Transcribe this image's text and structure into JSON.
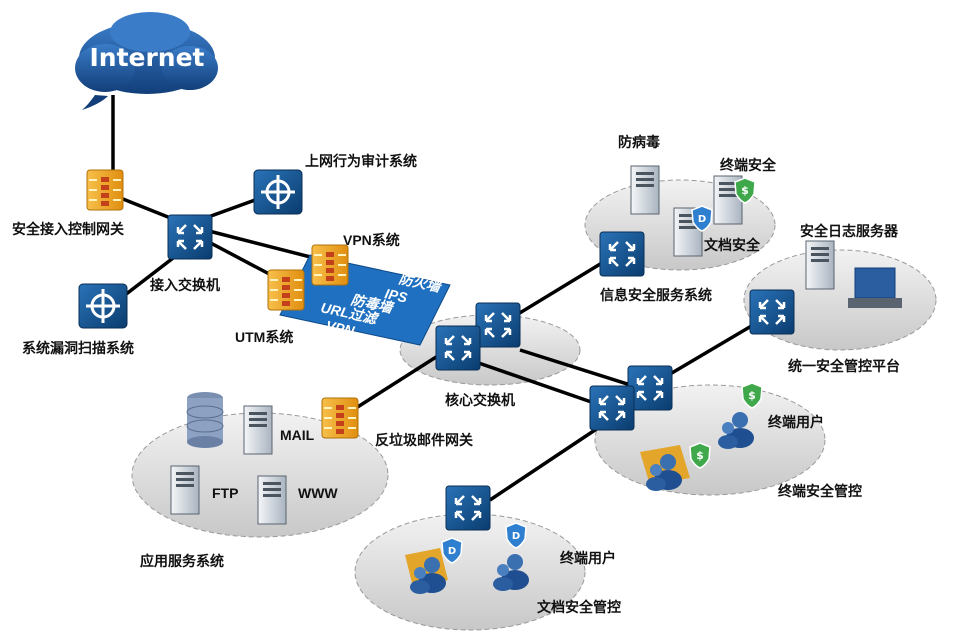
{
  "internet": "Internet",
  "labels": {
    "gateway": "安全接入控制网关",
    "access_switch": "接入交换机",
    "audit": "上网行为审计系统",
    "vuln_scan": "系统漏洞扫描系统",
    "vpn": "VPN系统",
    "utm": "UTM系统",
    "core_switch": "核心交换机",
    "antispam": "反垃圾邮件网关",
    "app_servers": "应用服务系统",
    "mail": "MAIL",
    "ftp": "FTP",
    "www": "WWW",
    "antivirus": "防病毒",
    "endpoint_security": "终端安全",
    "doc_security": "文档安全",
    "info_sec_service": "信息安全服务系统",
    "log_server": "安全日志服务器",
    "unified_platform": "统一安全管控平台",
    "endpoint_users_right": "终端用户",
    "endpoint_control": "终端安全管控",
    "endpoint_users_bottom": "终端用户",
    "doc_control": "文档安全管控"
  },
  "band_lines": [
    "防火墙",
    "IPS",
    "防毒墙",
    "URL过滤",
    "VPN"
  ],
  "colors": {
    "switch_blue": "#0d4f8f",
    "cloud_blue": "#1c5ea8",
    "firewall_orange": "#f2a51c",
    "band_blue": "#1f70c0",
    "platform_gray": "#d6d6d6",
    "line": "#000000"
  }
}
